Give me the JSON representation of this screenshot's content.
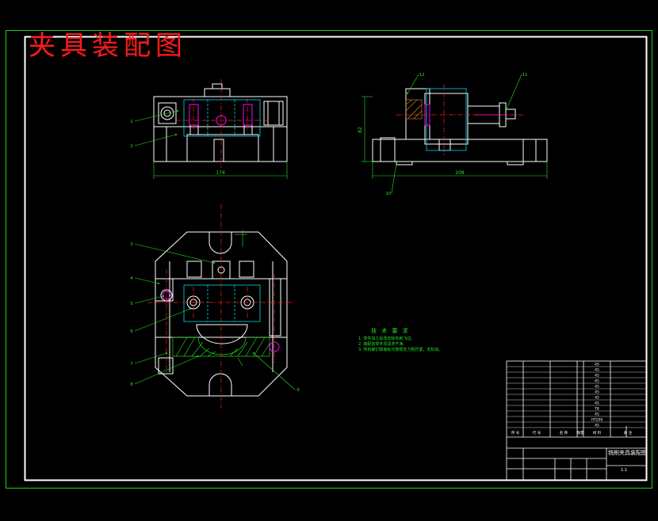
{
  "drawing": {
    "title": "夹具装配图",
    "balloons": [
      "1",
      "2",
      "3",
      "4",
      "5",
      "6",
      "7",
      "8",
      "9",
      "10",
      "11",
      "12"
    ],
    "dimensions": {
      "width_top": "174",
      "height_top": "82",
      "width_side": "208"
    }
  },
  "tech_requirements": {
    "heading": "技 术 要 求",
    "items": [
      "1. 零件加工后须去除毛刺飞边。",
      "2. 装配前零件须清洗干净。",
      "3. 所有螺钉联接处均按规定力矩拧紧，无松动。"
    ]
  },
  "title_block": {
    "drawing_name": [
      "铣削夹具装配图",
      ""
    ],
    "material_rows": [
      "45",
      "45",
      "45",
      "45",
      "45",
      "45",
      "45",
      "45",
      "T8",
      "45",
      "HT200",
      "45"
    ],
    "header_cells": [
      "序 号",
      "代 号",
      "名 称",
      "数量",
      "材 料",
      "备 注"
    ],
    "scale": "1:1"
  },
  "colors": {
    "background": "#000000",
    "frame": "#ffffff",
    "outer_border": "#1fd11f",
    "title": "#ff1a1a",
    "centerline": "#ff2020",
    "hidden": "#00d8e8",
    "highlight": "#ff00ff",
    "dimension": "#22e722",
    "hatch": "#22d022"
  }
}
